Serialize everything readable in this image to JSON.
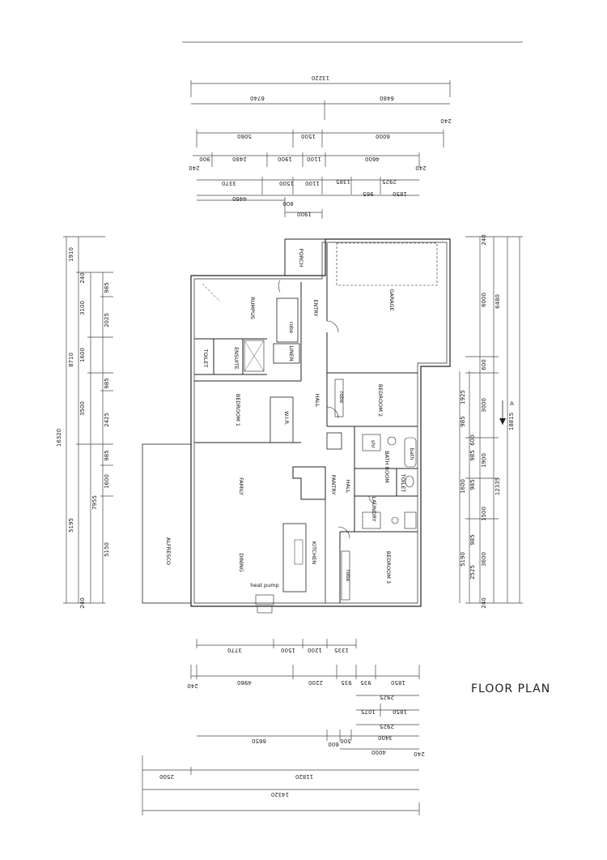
{
  "title": "FLOOR PLAN",
  "section_marker": "A",
  "rooms": {
    "porch": "PORCH",
    "garage": "GARAGE",
    "entry": "ENTRY",
    "rumpus": "RUMPUS",
    "linen": "LINEN",
    "ensuite": "ENSUITE",
    "toilet_ens": "TOILET",
    "hall_1": "HALL",
    "bedroom_1": "BEDROOM 1",
    "wir": "W.I.R.",
    "bedroom_2": "BEDROOM 2",
    "bathroom": "BATH ROOM",
    "toilet": "TOILET",
    "family": "FAMILY",
    "pantry": "PANTRY",
    "hall_2": "HALL",
    "laundry": "LAUNDRY",
    "alfresco": "ALFRESCO",
    "dining": "DINING",
    "kitchen": "KITCHEN",
    "bedroom_3": "BEDROOM 3",
    "heat_pump": "heat pump",
    "robe_1": "robe",
    "robe_2": "robe",
    "robe_3": "robe",
    "bath": "bath",
    "shr": "shr"
  },
  "dims_top": {
    "overall": "13220",
    "left_half": "6740",
    "right_half": "6480",
    "r3_a": "5060",
    "r3_b": "1500",
    "r3_c": "6000",
    "r3_end": "240",
    "r4_a": "900",
    "r4_b": "2480",
    "r4_c": "1900",
    "r4_d": "1100",
    "r4_e": "4600",
    "r4_end": "240",
    "r4_start": "240",
    "r5_a": "3370",
    "r5_b": "1500",
    "r5_c": "1100",
    "r5_d": "1385",
    "r5_e": "2925",
    "r5_f": "965",
    "r5_g": "1850",
    "r6_a": "4460",
    "r6_b": "800",
    "r7_a": "1900"
  },
  "dims_left": {
    "total": "16320",
    "a": "1910",
    "b": "8710",
    "c": "5195",
    "d": "240",
    "e1": "240",
    "e2": "3100",
    "e3": "1600",
    "e4": "3500",
    "e5": "7955",
    "f1": "985",
    "f2": "2025",
    "f3": "985",
    "f4": "2425",
    "f5": "985",
    "f6": "1600",
    "f7": "5150"
  },
  "dims_right": {
    "total": "18815",
    "a": "240",
    "b": "6480",
    "c": "12335",
    "d1": "6000",
    "d2": "600",
    "d3": "3000",
    "d4": "1900",
    "d5": "1500",
    "d6": "3600",
    "d7": "240",
    "e1": "1925",
    "e2": "985",
    "e3": "600",
    "e4": "985",
    "e5": "1600",
    "e6": "985",
    "e7": "2525",
    "e8": "985",
    "e9": "5190"
  },
  "dims_bottom": {
    "r1_a": "3770",
    "r1_b": "1500",
    "r1_c": "1200",
    "r1_d": "1335",
    "r2_a": "240",
    "r2_b": "4960",
    "r2_c": "2200",
    "r2_d": "935",
    "r2_e": "935",
    "r2_f": "1850",
    "r3_a": "2925",
    "r4_a": "1075",
    "r4_b": "1850",
    "r5_a": "2925",
    "r6_a": "6650",
    "r6_b": "600",
    "r6_c": "500",
    "r6_d": "3400",
    "r7_a": "4000",
    "r7_b": "240",
    "r8_a": "2500",
    "r8_b": "11820",
    "r9_a": "14320"
  }
}
